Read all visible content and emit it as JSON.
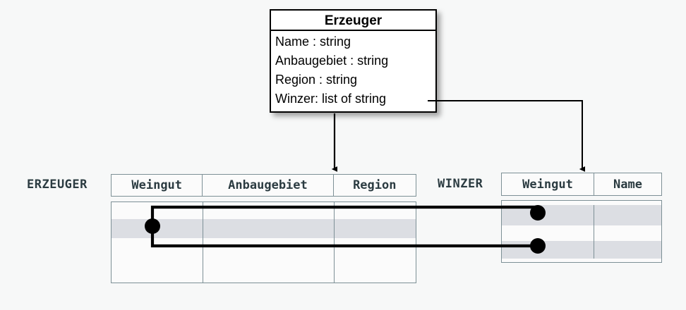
{
  "diagram": {
    "title_hidden": "",
    "uml_class": {
      "name": "Erzeuger",
      "attributes": [
        "Name : string",
        "Anbaugebiet : string",
        "Region : string",
        "Winzer: list of string"
      ]
    },
    "tables": [
      {
        "label": "ERZEUGER",
        "columns": [
          "Weingut",
          "Anbaugebiet",
          "Region"
        ],
        "rows": [
          {
            "cells": [
              "",
              "",
              ""
            ],
            "shaded": false
          },
          {
            "cells": [
              "",
              "",
              ""
            ],
            "shaded": true
          },
          {
            "cells": [
              "",
              "",
              ""
            ],
            "shaded": false
          },
          {
            "cells": [
              "",
              "",
              ""
            ],
            "shaded": false
          }
        ]
      },
      {
        "label": "WINZER",
        "columns": [
          "Weingut",
          "Name"
        ],
        "rows": [
          {
            "cells": [
              "",
              ""
            ],
            "shaded": true
          },
          {
            "cells": [
              "",
              ""
            ],
            "shaded": false
          },
          {
            "cells": [
              "",
              ""
            ],
            "shaded": true
          }
        ]
      }
    ],
    "mappings": [
      {
        "from": "Erzeuger (class)",
        "to": "ERZEUGER.Weingut",
        "kind": "arrow"
      },
      {
        "from": "Winzer: list of string",
        "to": "WINZER.Weingut",
        "kind": "elbow-arrow"
      },
      {
        "from": "ERZEUGER row 2",
        "to": "WINZER row 1",
        "kind": "foreign-key-link"
      },
      {
        "from": "ERZEUGER row 2",
        "to": "WINZER row 3",
        "kind": "foreign-key-link"
      }
    ],
    "colors": {
      "background": "#f7f8f8",
      "table_border": "#7d9096",
      "shaded_row": "#dcdee3",
      "label_text": "#2b3b41",
      "link_stroke": "#000000",
      "class_border": "#000000"
    }
  }
}
